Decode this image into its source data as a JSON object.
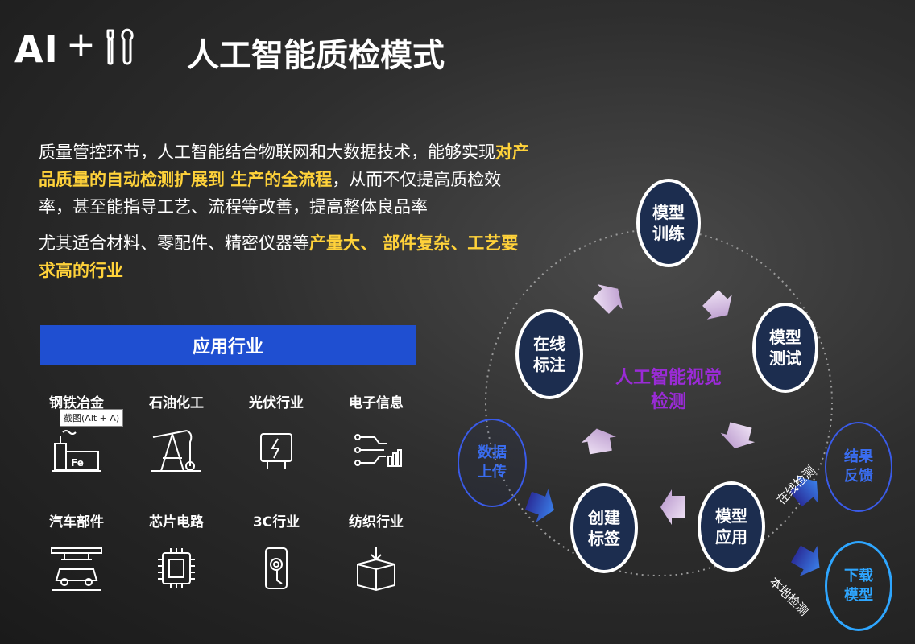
{
  "header": {
    "logo_text": "AI",
    "logo_plus": "+",
    "title": "人工智能质检模式"
  },
  "intro": {
    "p1_a": "质量管控环节，人工智能结合物联网和大数据技术，能够实现",
    "p1_hl": "对产品质量的自动检测扩展到 生产的全流程",
    "p1_b": "，从而不仅提高质检效率，甚至能指导工艺、流程等改善，提高整体良品率",
    "p2_a": "尤其适合材料、零配件、精密仪器等",
    "p2_hl": "产量大、 部件复杂、工艺要求高的行业"
  },
  "industries": {
    "title": "应用行业",
    "items": [
      {
        "label": "钢铁冶金",
        "icon": "factory-icon"
      },
      {
        "label": "石油化工",
        "icon": "oil-pump-icon"
      },
      {
        "label": "光伏行业",
        "icon": "solar-panel-icon"
      },
      {
        "label": "电子信息",
        "icon": "circuit-icon"
      },
      {
        "label": "汽车部件",
        "icon": "car-icon"
      },
      {
        "label": "芯片电路",
        "icon": "chip-icon"
      },
      {
        "label": "3C行业",
        "icon": "phone-icon"
      },
      {
        "label": "纺织行业",
        "icon": "box-icon"
      }
    ]
  },
  "tooltip": "截图(Alt + A)",
  "cycle": {
    "center": "人工智能视觉检测",
    "nodes": {
      "train": "模型训练",
      "test": "模型测试",
      "apply": "模型应用",
      "label": "创建标签",
      "online_label": "在线标注"
    },
    "outer": {
      "upload": "数据上传",
      "feedback": "结果反馈",
      "download": "下载模型"
    },
    "edge_labels": {
      "online": "在线检测",
      "local": "本地检测"
    }
  },
  "colors": {
    "accent_yellow": "#ffd23a",
    "bar_blue": "#1f4fd1",
    "node_fill": "#1c2d4f",
    "center_purple": "#9a2bd6"
  }
}
